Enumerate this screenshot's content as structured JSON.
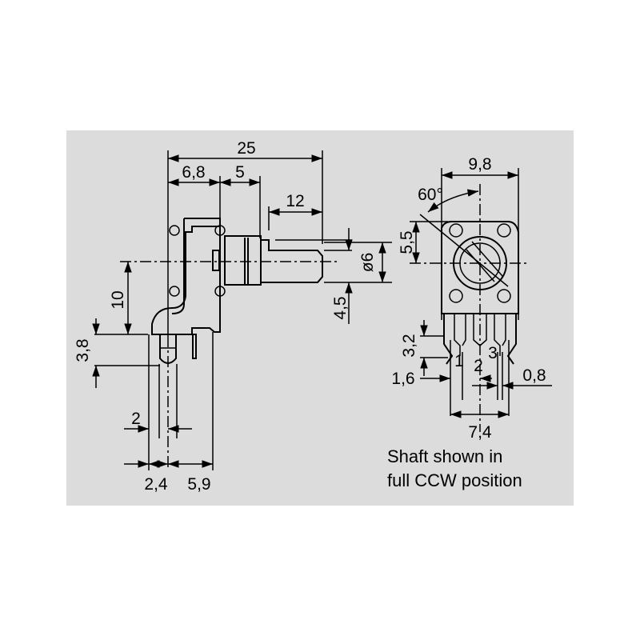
{
  "side_view": {
    "dim_overall": "25",
    "dim_body": "6,8",
    "dim_collar": "5",
    "dim_shaft": "12",
    "dim_diameter": "ø6",
    "dim_flat": "4,5",
    "dim_height": "10",
    "dim_pin_length": "3,8",
    "dim_pin_offset": "2",
    "dim_pin_a": "2,4",
    "dim_pin_b": "5,9"
  },
  "front_view": {
    "dim_width": "9,8",
    "angle": "60°",
    "dim_hole": "5,5",
    "dim_pin_len": "3,2",
    "dim_pitch_small": "1,6",
    "dim_pin_width": "0,8",
    "dim_span": "7,4",
    "pin_labels": [
      "1",
      "2",
      "3"
    ]
  },
  "note": {
    "line1": "Shaft shown in",
    "line2": "full CCW position"
  }
}
